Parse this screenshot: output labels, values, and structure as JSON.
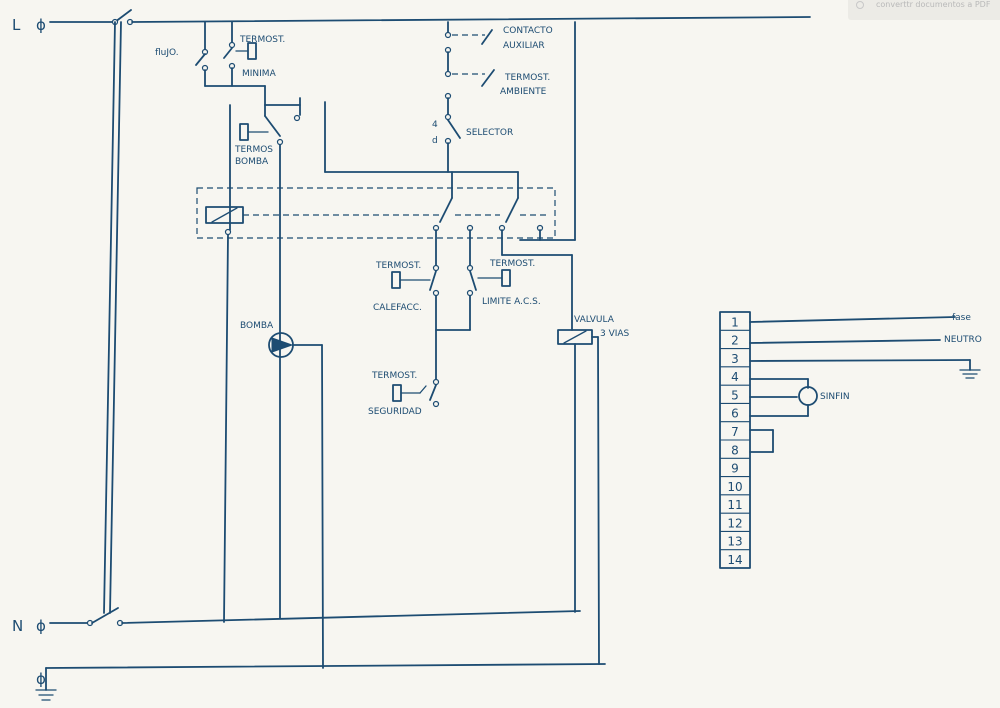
{
  "watermark": "converttr documentos a PDF",
  "lines": {
    "line": "L",
    "neutral": "N",
    "phi": "ϕ"
  },
  "labels": {
    "flujo": "fluJO.",
    "termost_minima_1": "TERMOST.",
    "termost_minima_2": "MINIMA",
    "contacto_aux_1": "CONTACTO",
    "contacto_aux_2": "AUXILIAR",
    "termost_ambiente_1": "TERMOST.",
    "termost_ambiente_2": "AMBIENTE",
    "selector_4": "4",
    "selector_d": "d",
    "selector": "SELECTOR",
    "termos_bomba_1": "TERMOS",
    "termos_bomba_2": "BOMBA",
    "termost_calef_1": "TERMOST.",
    "termost_calef_2": "CALEFACC.",
    "termost_acs_1": "TERMOST.",
    "termost_acs_2": "LIMITE A.C.S.",
    "bomba": "BOMBA",
    "valvula_1": "VALVULA",
    "valvula_2": "3 VIAS",
    "termost_seg_1": "TERMOST.",
    "termost_seg_2": "SEGURIDAD",
    "fase": "fase",
    "neutro": "NEUTRO",
    "sinfin": "SINFIN"
  },
  "terminal_numbers": [
    "1",
    "2",
    "3",
    "4",
    "5",
    "6",
    "7",
    "8",
    "9",
    "10",
    "11",
    "12",
    "13",
    "14"
  ]
}
